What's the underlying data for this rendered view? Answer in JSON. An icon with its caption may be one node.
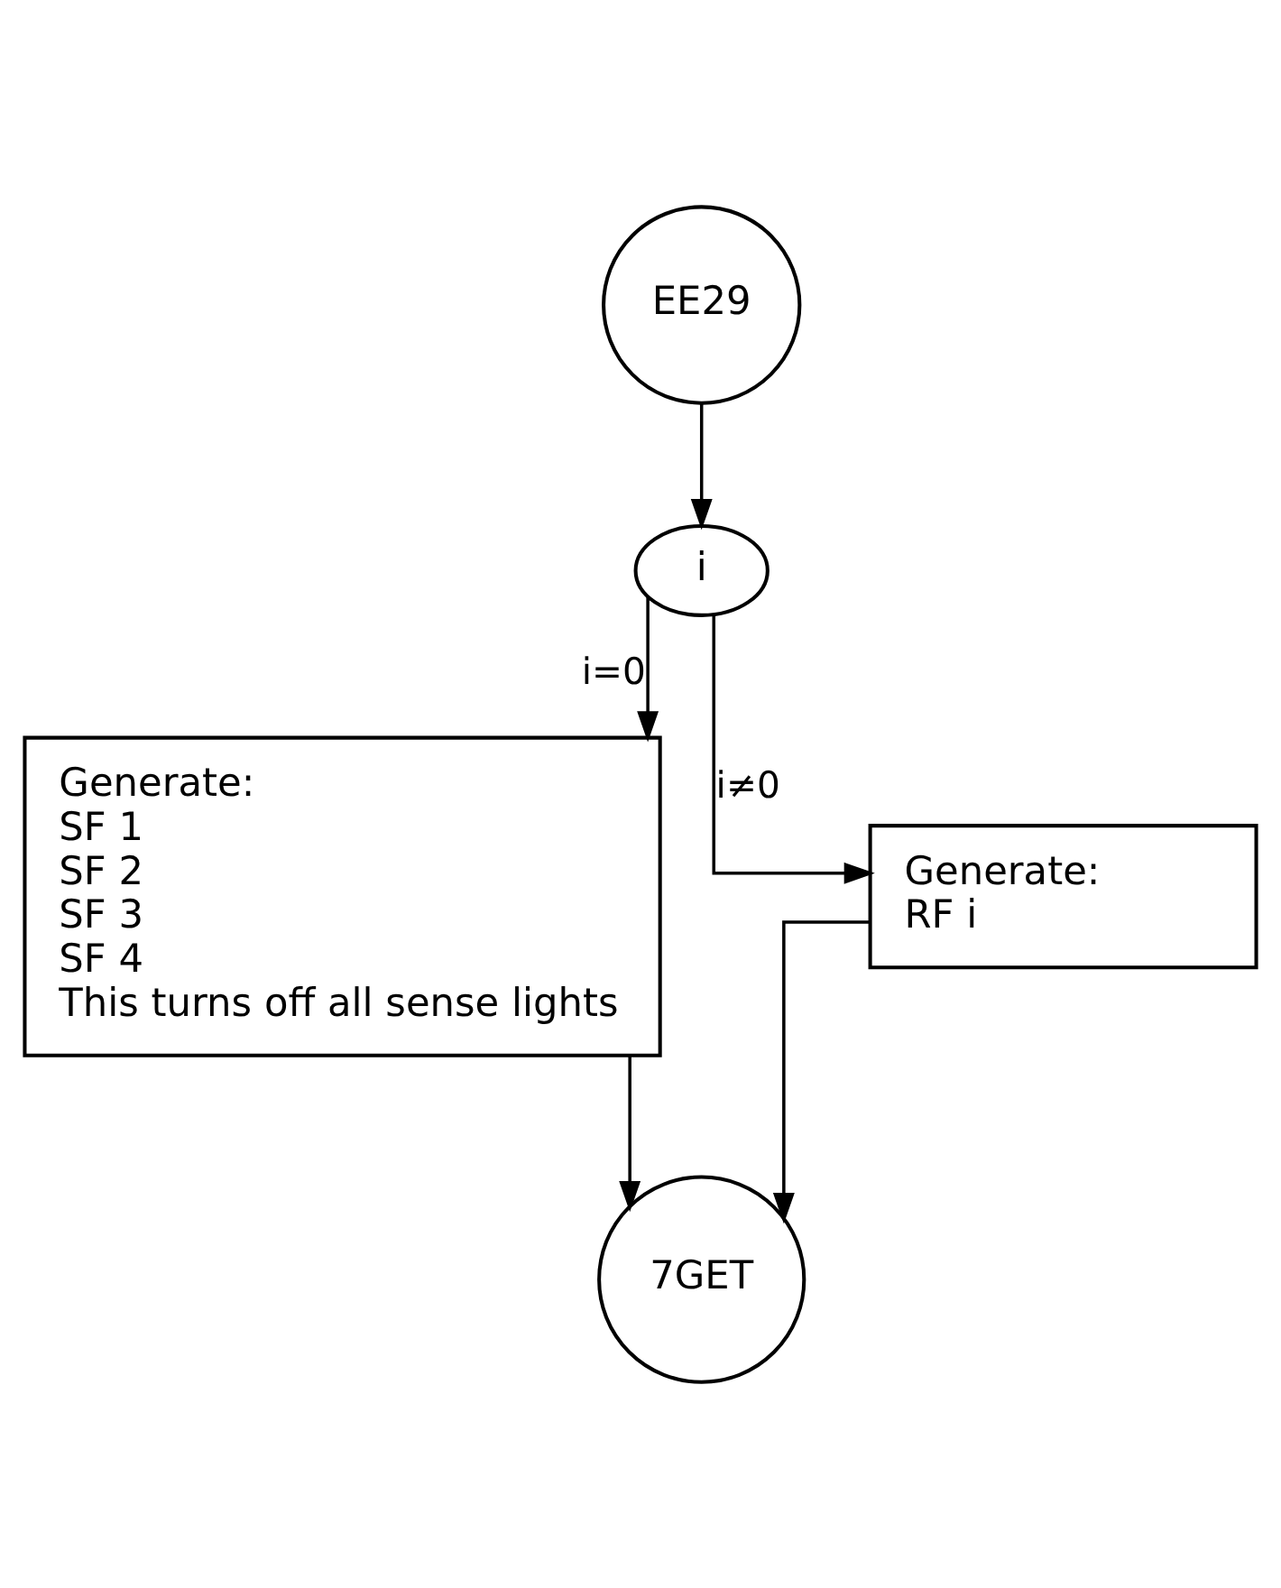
{
  "diagram": {
    "nodes": [
      {
        "text": [
          "EE29"
        ]
      },
      {
        "text": [
          "i"
        ]
      },
      {
        "text": [
          "Generate:",
          "SF 1",
          "SF 2",
          "SF 3",
          "SF 4",
          "This turns off all sense lights"
        ]
      },
      {
        "text": [
          "Generate:",
          "RF i"
        ]
      },
      {
        "text": [
          "7GET"
        ]
      }
    ],
    "edges": [
      {
        "from": 0,
        "to": 1,
        "arrow": "to"
      },
      {
        "from": 1,
        "to": 2,
        "arrow": "to",
        "label": "i=0"
      },
      {
        "from": 1,
        "to": 3,
        "arrow": "to",
        "label": "i≠0"
      },
      {
        "from": 2,
        "to": 4,
        "arrow": "to"
      },
      {
        "from": 3,
        "to": 4,
        "arrow": "to"
      }
    ]
  }
}
